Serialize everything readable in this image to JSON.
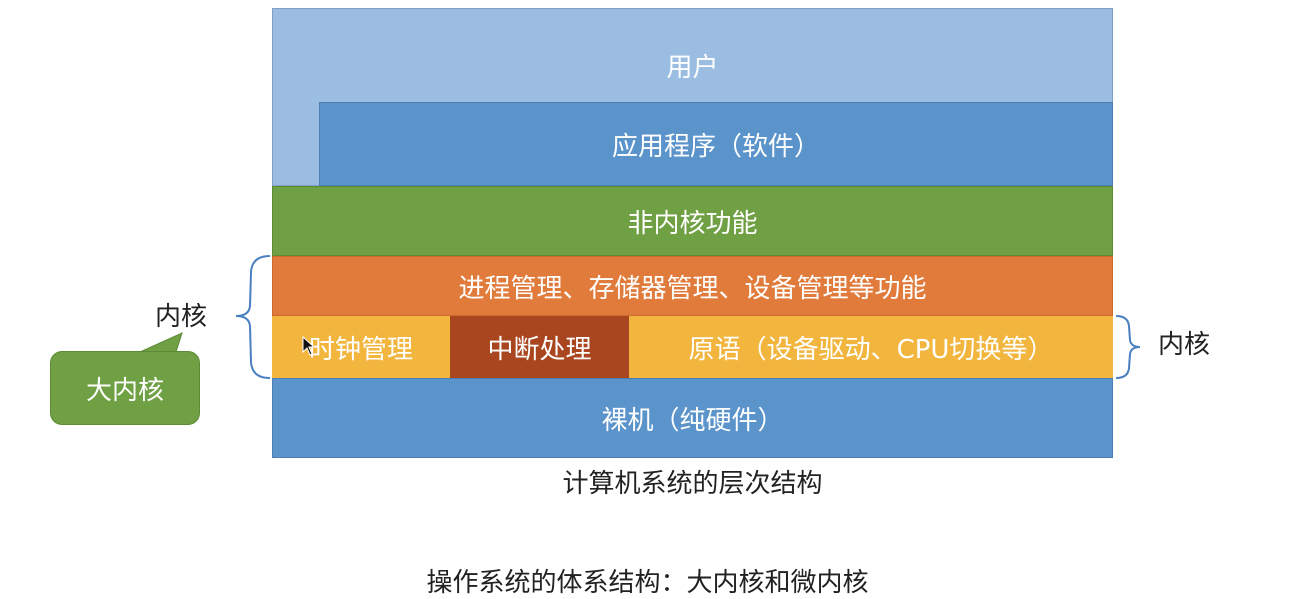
{
  "layers": {
    "user": "用户",
    "application": "应用程序（软件）",
    "non_kernel": "非内核功能",
    "management": "进程管理、存储器管理、设备管理等功能",
    "clock": "时钟管理",
    "interrupt": "中断处理",
    "primitive": "原语（设备驱动、CPU切换等）",
    "hardware": "裸机（纯硬件）"
  },
  "labels": {
    "kernel_left": "内核",
    "kernel_right": "内核",
    "callout": "大内核"
  },
  "caption": "计算机系统的层次结构",
  "subtitle": "操作系统的体系结构：大内核和微内核",
  "colors": {
    "user": "#9bbde1",
    "application": "#5b93cb",
    "non_kernel": "#70a044",
    "management": "#e07b3c",
    "kernel_yellow": "#f2b63e",
    "interrupt": "#a9461f",
    "hardware": "#5b93cb",
    "bracket": "#4a7fc0"
  }
}
